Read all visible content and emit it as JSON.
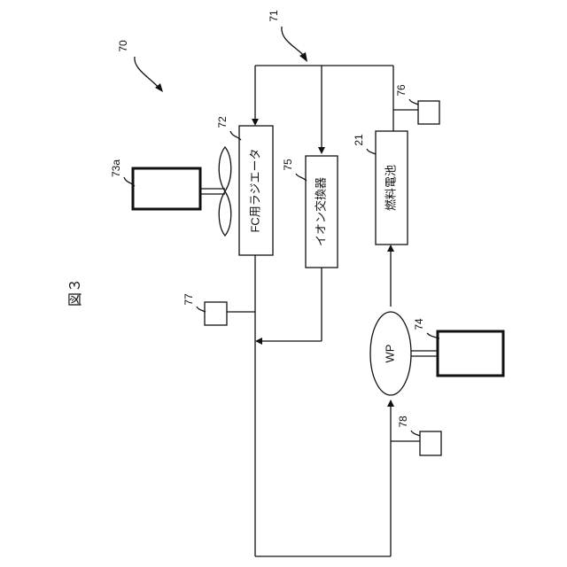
{
  "figure": {
    "title": "図３"
  },
  "refs": {
    "system": "70",
    "circuit": "71",
    "fc_radiator": "72",
    "motor_radiator": "73a",
    "pump_motor": "74",
    "ion_exchanger": "75",
    "sensor_top": "76",
    "sensor_left": "77",
    "sensor_bottom": "78",
    "fuel_cell": "21"
  },
  "components": {
    "fc_radiator": "FC用ラジエータ",
    "ion_exchanger": "イオン交換器",
    "fuel_cell": "燃料電池",
    "pump": "WP"
  }
}
